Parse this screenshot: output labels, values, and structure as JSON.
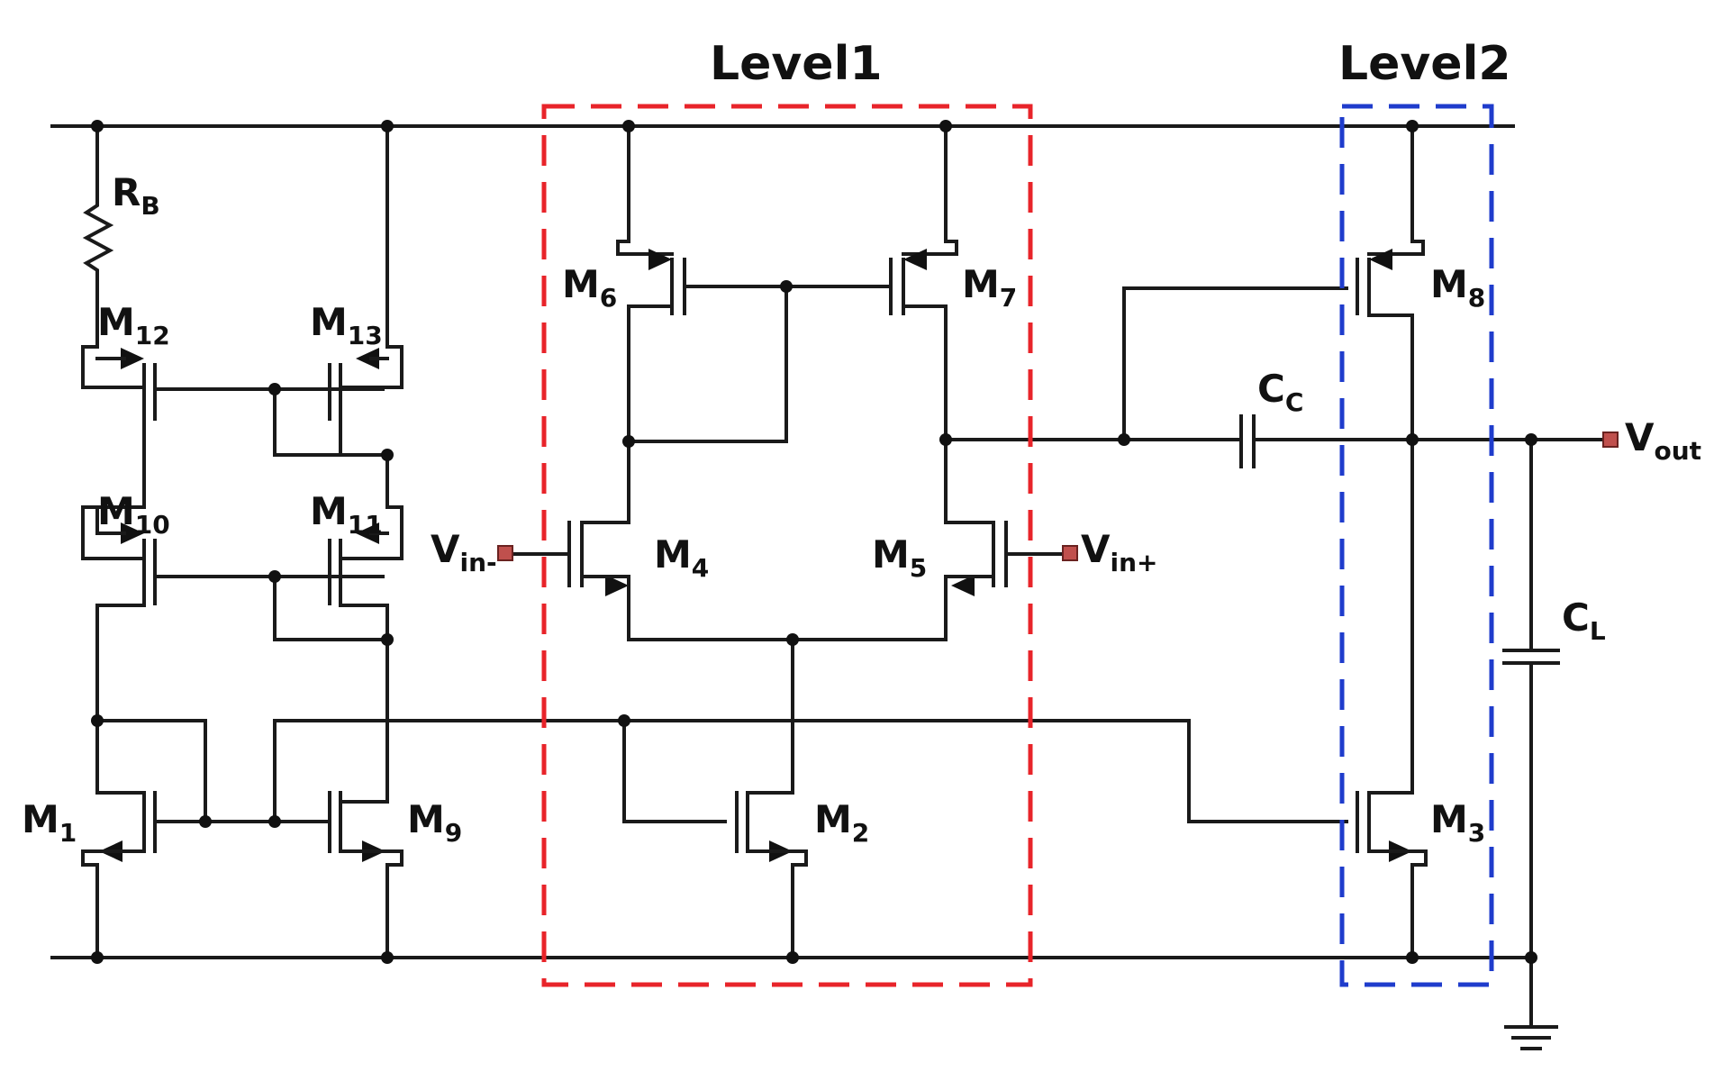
{
  "diagram": {
    "title_level1": "Level1",
    "title_level2": "Level2",
    "colors": {
      "level1_box": "#e8242a",
      "level2_box": "#1f3ccc",
      "pin": "#c0504d",
      "wire": "#1a1a1a"
    },
    "labels": {
      "RB": {
        "main": "R",
        "sub": "B"
      },
      "M1": {
        "main": "M",
        "sub": "1"
      },
      "M2": {
        "main": "M",
        "sub": "2"
      },
      "M3": {
        "main": "M",
        "sub": "3"
      },
      "M4": {
        "main": "M",
        "sub": "4"
      },
      "M5": {
        "main": "M",
        "sub": "5"
      },
      "M6": {
        "main": "M",
        "sub": "6"
      },
      "M7": {
        "main": "M",
        "sub": "7"
      },
      "M8": {
        "main": "M",
        "sub": "8"
      },
      "M9": {
        "main": "M",
        "sub": "9"
      },
      "M10": {
        "main": "M",
        "sub": "10"
      },
      "M11": {
        "main": "M",
        "sub": "11"
      },
      "M12": {
        "main": "M",
        "sub": "12"
      },
      "M13": {
        "main": "M",
        "sub": "13"
      },
      "CC": {
        "main": "C",
        "sub": "C"
      },
      "CL": {
        "main": "C",
        "sub": "L"
      },
      "Vin_minus": {
        "main": "V",
        "sub": "in-"
      },
      "Vin_plus": {
        "main": "V",
        "sub": "in+"
      },
      "Vout": {
        "main": "V",
        "sub": "out"
      }
    },
    "icons": [
      "resistor-icon",
      "capacitor-icon",
      "ground-icon",
      "pin-icon"
    ]
  }
}
